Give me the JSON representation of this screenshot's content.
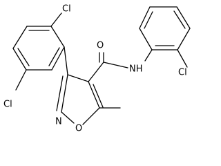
{
  "molecule": {
    "atoms": {
      "cl_top": "Cl",
      "cl_left": "Cl",
      "cl_right": "Cl",
      "oxygen_carbonyl": "O",
      "amide_nh": "NH",
      "ring_n": "N",
      "ring_o": "O"
    }
  }
}
